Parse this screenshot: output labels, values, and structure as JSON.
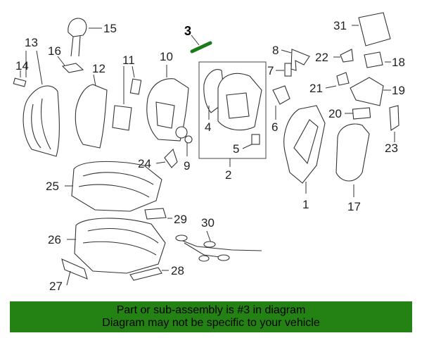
{
  "diagram": {
    "callouts": [
      "1",
      "2",
      "3",
      "4",
      "5",
      "6",
      "7",
      "8",
      "9",
      "10",
      "11",
      "12",
      "13",
      "14",
      "15",
      "16",
      "17",
      "18",
      "19",
      "20",
      "21",
      "22",
      "23",
      "24",
      "25",
      "26",
      "27",
      "28",
      "29",
      "30",
      "31"
    ],
    "highlighted_callout": "3",
    "highlight_color": "#1b7a1b"
  },
  "banner": {
    "line1": "Part or sub-assembly is #3 in diagram",
    "line2": "Diagram may not be specific to your vehicle",
    "background": "#238213"
  }
}
